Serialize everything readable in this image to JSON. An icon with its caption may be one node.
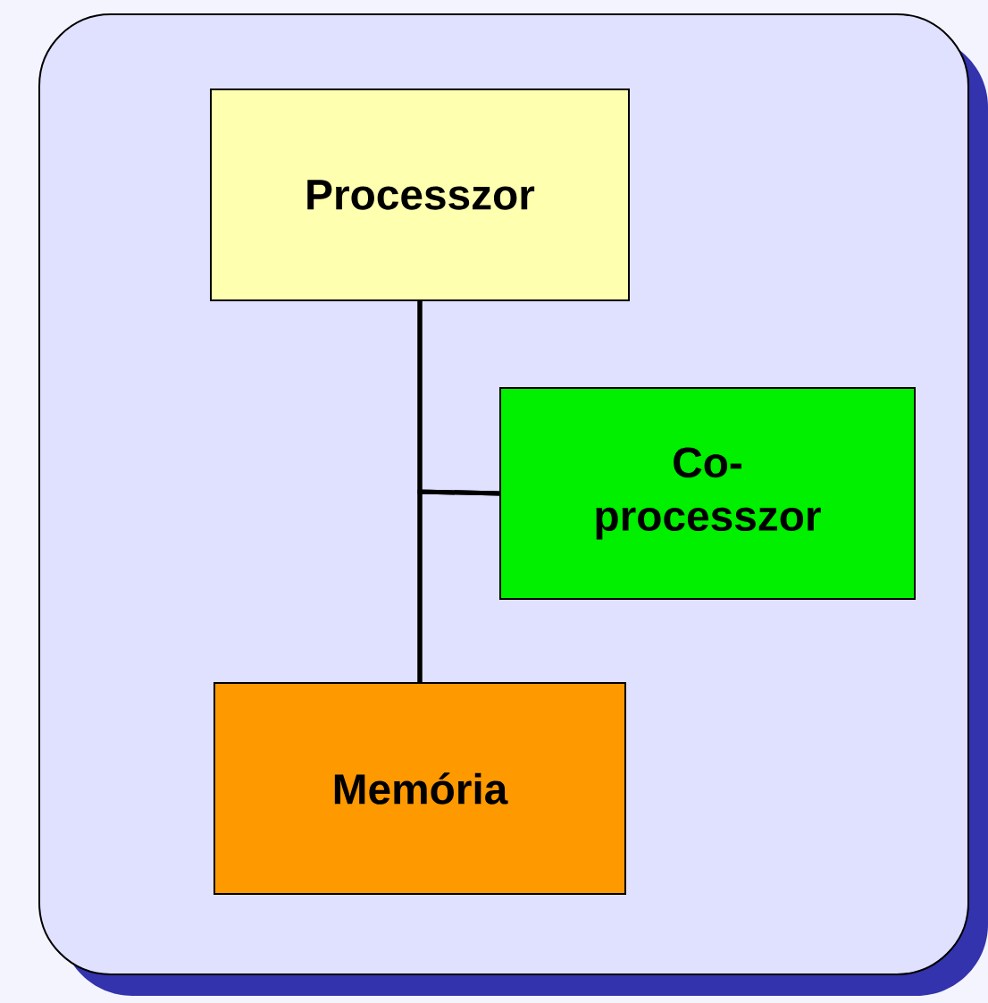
{
  "diagram": {
    "nodes": [
      {
        "text": [
          "Processzor"
        ]
      },
      {
        "text": [
          "Co-processzor"
        ]
      },
      {
        "text": [
          "Memória"
        ]
      }
    ],
    "edges": [
      {
        "from": 0,
        "to": 2,
        "arrow": "none"
      },
      {
        "from": 0,
        "to": 1,
        "arrow": "none"
      },
      {
        "from": 2,
        "to": 1,
        "arrow": "none"
      }
    ]
  }
}
